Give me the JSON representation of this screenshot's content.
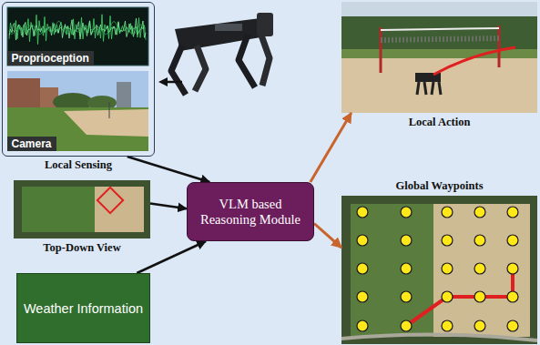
{
  "diagram": {
    "nodes": [
      {
        "text": [
          "Local Sensing"
        ]
      },
      {
        "text": [
          "Proprioception"
        ],
        "in": 0
      },
      {
        "text": [
          "Camera"
        ],
        "in": 0
      },
      {
        "text": [
          "Top-Down View"
        ]
      },
      {
        "text": [
          "Weather Information"
        ]
      },
      {
        "text": [
          "VLM based Reasoning Module"
        ]
      },
      {
        "text": [
          "Local Action"
        ]
      },
      {
        "text": [
          "Global Waypoints"
        ]
      }
    ],
    "edges": [
      {
        "from": 0,
        "to": 5,
        "arrow": "to"
      },
      {
        "from": 3,
        "to": 5,
        "arrow": "to"
      },
      {
        "from": 4,
        "to": 5,
        "arrow": "to"
      },
      {
        "from": 5,
        "to": 6,
        "arrow": "to"
      },
      {
        "from": 5,
        "to": 7,
        "arrow": "to"
      }
    ]
  }
}
